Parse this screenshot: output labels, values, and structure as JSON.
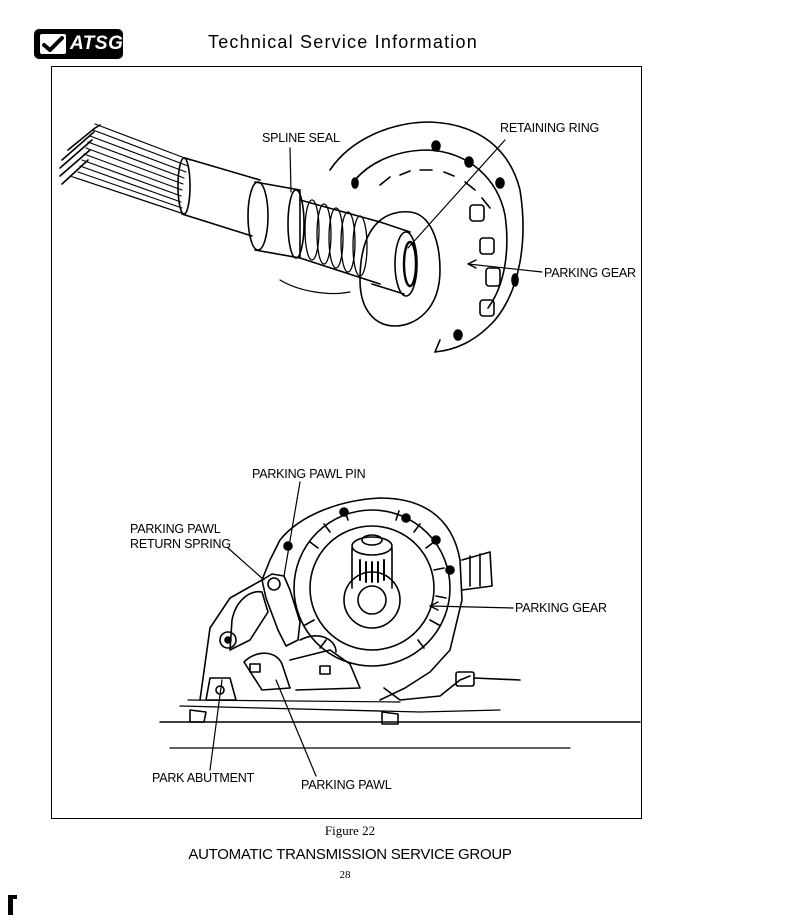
{
  "header": {
    "logo_text": "ATSG",
    "title": "Technical Service Information"
  },
  "figure": {
    "top_labels": {
      "spline_seal": "SPLINE SEAL",
      "retaining_ring": "RETAINING RING",
      "parking_gear": "PARKING GEAR"
    },
    "bottom_labels": {
      "parking_pawl_pin": "PARKING PAWL PIN",
      "return_spring_line1": "PARKING PAWL",
      "return_spring_line2": "RETURN SPRING",
      "parking_gear": "PARKING GEAR",
      "park_abutment": "PARK ABUTMENT",
      "parking_pawl": "PARKING PAWL"
    }
  },
  "caption": "Figure 22",
  "footer": "AUTOMATIC TRANSMISSION SERVICE GROUP",
  "page_number": "28"
}
